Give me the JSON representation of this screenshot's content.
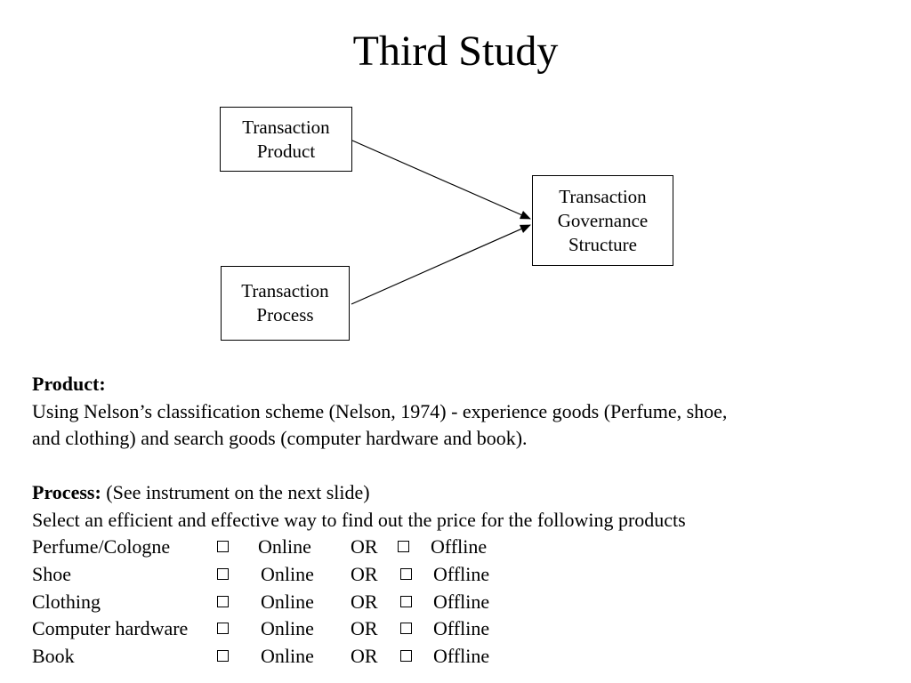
{
  "title": "Third Study",
  "diagram": {
    "box_product": [
      "Transaction",
      "Product"
    ],
    "box_process": [
      "Transaction",
      "Process"
    ],
    "box_governance": [
      "Transaction",
      "Governance",
      "Structure"
    ]
  },
  "product": {
    "heading": "Product:",
    "line1": "Using Nelson’s classification scheme (Nelson, 1974) - experience goods (Perfume, shoe,",
    "line2": "and clothing) and search goods (computer hardware and book)."
  },
  "process": {
    "heading": "Process:",
    "note": " (See instrument on the next slide)",
    "instruction": "Select an efficient and effective way to find out the price for the following products",
    "online_label": "Online",
    "or_label": "OR",
    "offline_label": "Offline",
    "items": [
      "Perfume/Cologne",
      "Shoe",
      "Clothing",
      "Computer hardware",
      "Book"
    ]
  }
}
